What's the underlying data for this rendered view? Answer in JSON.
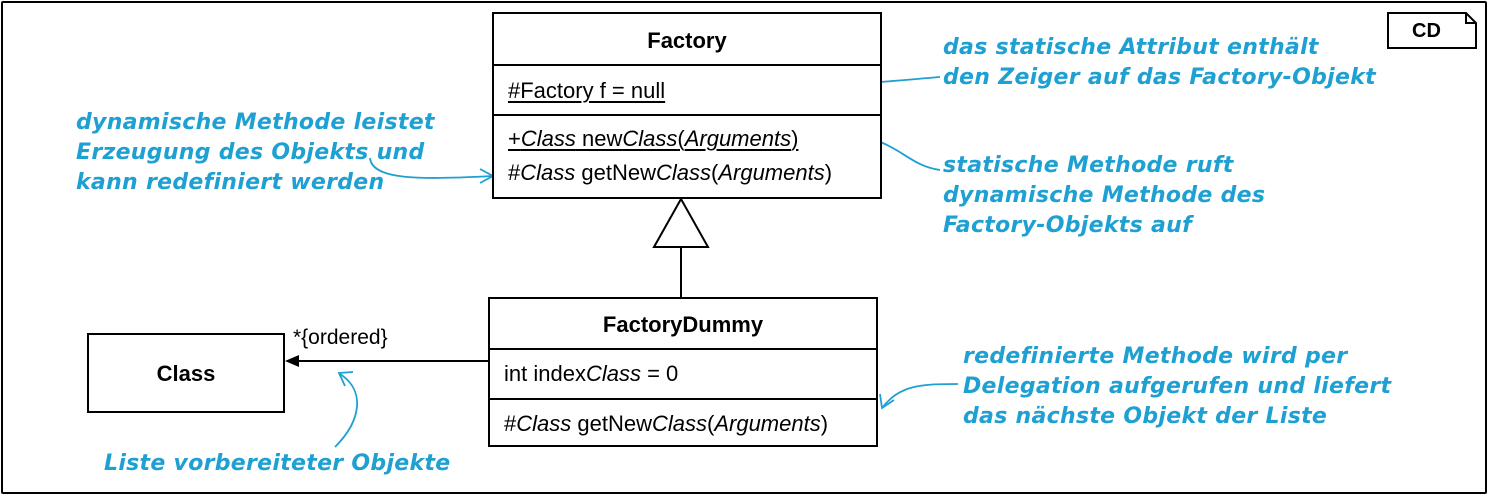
{
  "diagram_tag": "CD",
  "factory": {
    "name": "Factory",
    "attribute": "#Factory f = null",
    "methods": [
      {
        "visibility": "+",
        "ret": "Class",
        "sep1": " new",
        "name_part": "Class",
        "paren_open": "(",
        "arg": "Arguments",
        "paren_close": ")"
      },
      {
        "visibility": "#",
        "ret": "Class",
        "sep1": " getNew",
        "name_part": "Class",
        "paren_open": "(",
        "arg": "Arguments",
        "paren_close": ")"
      }
    ]
  },
  "factory_dummy": {
    "name": "FactoryDummy",
    "attribute": {
      "prefix": "int index",
      "italic": "Class",
      "suffix": " = 0"
    },
    "method": {
      "visibility": "#",
      "ret": "Class",
      "sep1": " getNew",
      "name_part": "Class",
      "paren_open": "(",
      "arg": "Arguments",
      "paren_close": ")"
    }
  },
  "class_box": {
    "name": "Class"
  },
  "association": {
    "multiplicity": "*{ordered}"
  },
  "notes": {
    "static_attribute": [
      "das statische Attribut enthält",
      "den Zeiger auf das Factory-Objekt"
    ],
    "dynamic_method": [
      "dynamische Methode leistet",
      "Erzeugung des Objekts und",
      "kann redefiniert werden"
    ],
    "static_method": [
      "statische Methode ruft",
      "dynamische Methode des",
      "Factory-Objekts auf"
    ],
    "redefined_method": [
      "redefinierte Methode wird per",
      "Delegation aufgerufen und liefert",
      "das nächste Objekt der Liste"
    ],
    "list": [
      "Liste vorbereiteter Objekte"
    ]
  },
  "colors": {
    "annotation": "#1fa0d2",
    "lines": "#000000"
  }
}
